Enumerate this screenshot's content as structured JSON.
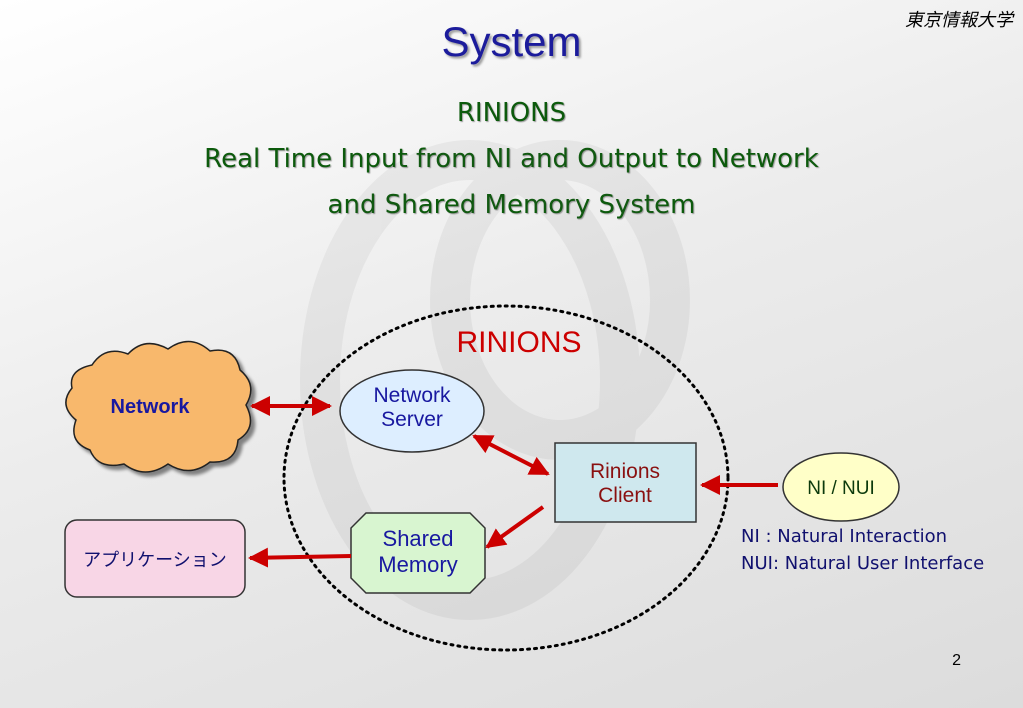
{
  "header": {
    "university": "東京情報大学",
    "title": "System",
    "subtitle_line1": "RINIONS",
    "subtitle_line2": "Real Time Input from NI and Output to Network",
    "subtitle_line3": "and Shared Memory System"
  },
  "diagram": {
    "boundary_label": "RINIONS",
    "nodes": {
      "network": "Network",
      "network_server_line1": "Network",
      "network_server_line2": "Server",
      "rinions_client_line1": "Rinions",
      "rinions_client_line2": "Client",
      "ni_nui": "NI / NUI",
      "shared_memory_line1": "Shared",
      "shared_memory_line2": "Memory",
      "application": "アプリケーション"
    },
    "legend": {
      "line1": "NI  : Natural Interaction",
      "line2": "NUI: Natural User Interface"
    }
  },
  "footer": {
    "page_number": "2"
  },
  "colors": {
    "title": "#1c1c9c",
    "subtitle": "#0c5a0c",
    "arrow": "#cc0000",
    "cloud_fill": "#f8b86c",
    "server_fill": "#ddeeff",
    "client_fill": "#cfe8ee",
    "ni_fill": "#ffffc8",
    "memory_fill": "#d8f5d0",
    "app_fill": "#f8d6e6"
  }
}
